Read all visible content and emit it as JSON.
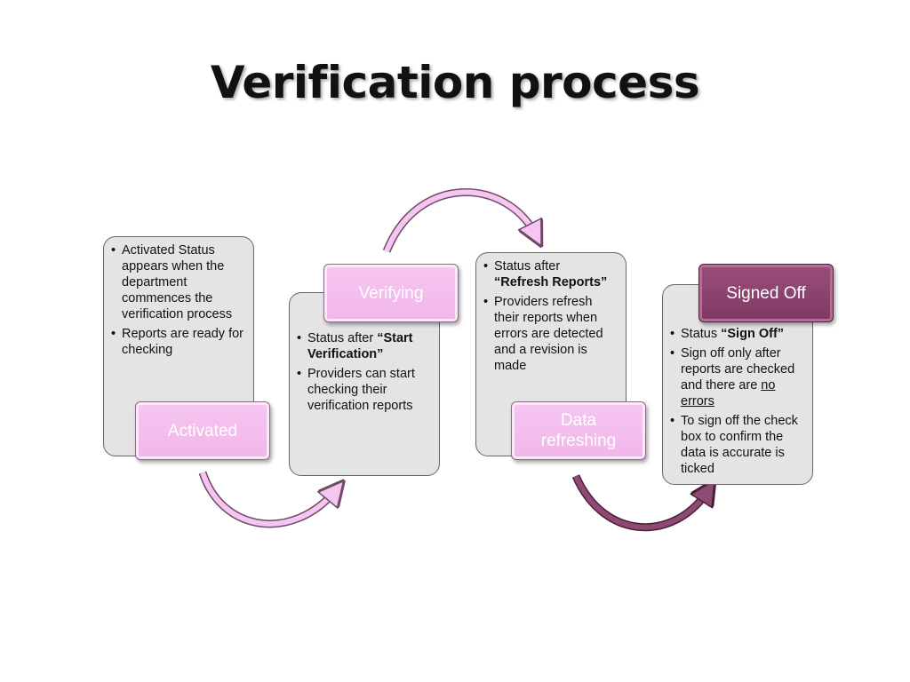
{
  "title": "Verification process",
  "steps": [
    {
      "label": "Activated",
      "bullets": [
        [
          "Activated Status appears when the department commences the verification process"
        ],
        [
          "Reports are ready for checking"
        ]
      ]
    },
    {
      "label": "Verifying",
      "bullets": [
        [
          "Status after ",
          "“Start Verification”"
        ],
        [
          "Providers can start checking their verification reports"
        ]
      ]
    },
    {
      "label": "Data refreshing",
      "bullets": [
        [
          "Status after ",
          "“Refresh Reports”"
        ],
        [
          "Providers refresh their reports  when errors are detected and a revision is made"
        ]
      ]
    },
    {
      "label": "Signed Off",
      "bullets": [
        [
          "Status ",
          "“Sign Off”"
        ],
        [
          "Sign off  only after reports are checked and there are ",
          "no errors"
        ],
        [
          "To sign off the check box to confirm the data is accurate is ticked"
        ]
      ]
    }
  ],
  "colors": {
    "card_fill": "#e4e4e4",
    "tag_light": "#f1b6ea",
    "tag_dark": "#7e3a63",
    "arrow_light": "#f6c6f0",
    "arrow_dark": "#8e4a72"
  }
}
